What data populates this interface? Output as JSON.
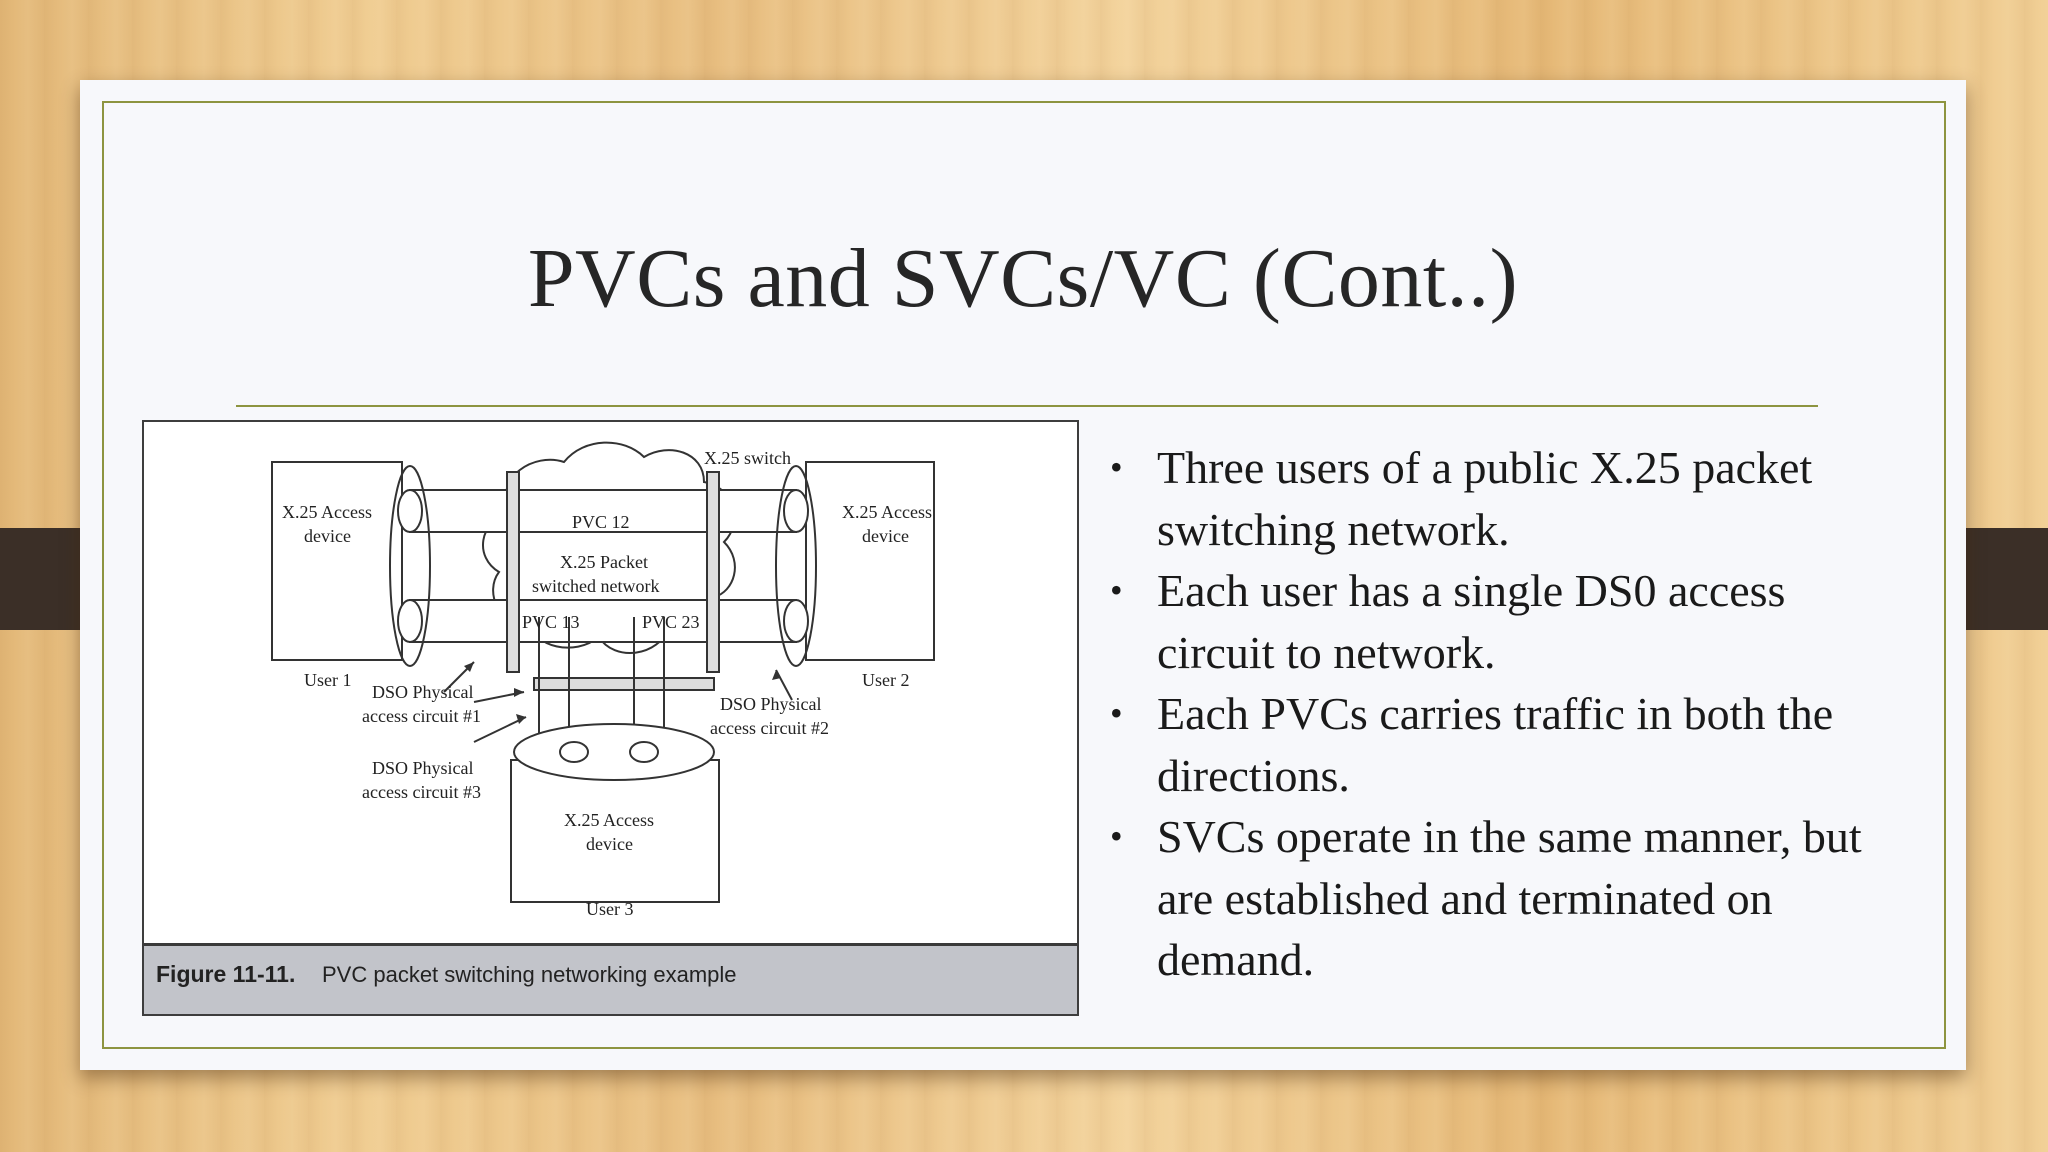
{
  "slide": {
    "title": "PVCs and SVCs/VC (Cont..)",
    "bullets": [
      "Three users of a public X.25 packet switching network.",
      "Each user has a single DS0 access circuit to network.",
      "Each PVCs carries traffic in both the directions.",
      "SVCs operate in the same manner, but are established and terminated on demand."
    ],
    "bullet_symbol": "•"
  },
  "figure": {
    "caption_number": "Figure 11-11.",
    "caption_text": "PVC packet switching networking example",
    "labels": {
      "x25_switch": "X.25 switch",
      "access_device": "X.25 Access",
      "device": "device",
      "pvc12": "PVC 12",
      "pvc13": "PVC 13",
      "pvc23": "PVC 23",
      "packet_net_1": "X.25 Packet",
      "packet_net_2": "switched network",
      "user1": "User 1",
      "user2": "User 2",
      "user3": "User 3",
      "ds0": "DSO Physical",
      "circuit1": "access circuit #1",
      "circuit2": "access circuit #2",
      "circuit3": "access circuit #3"
    }
  },
  "colors": {
    "accent": "#8d9440",
    "card": "#f7f8fb",
    "tab": "#3b2f27",
    "caption_bar": "#c2c4ca"
  }
}
